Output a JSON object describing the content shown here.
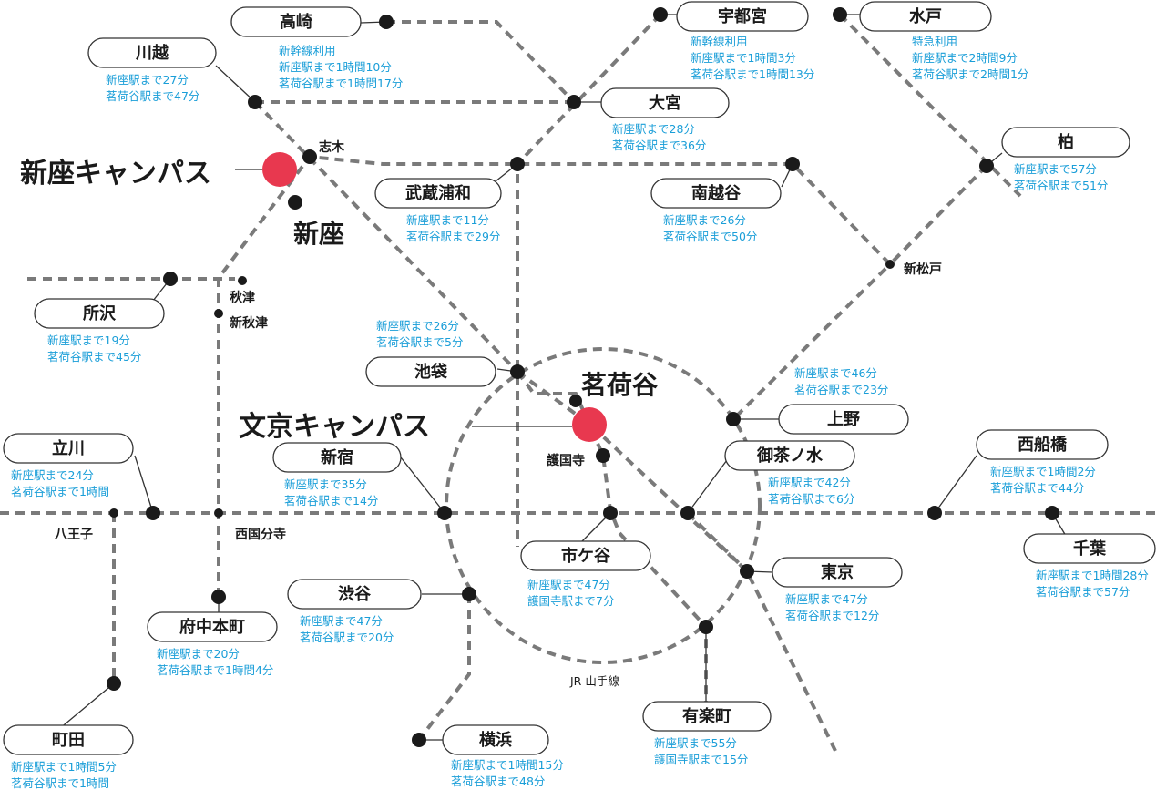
{
  "campuses": {
    "niiza": "新座キャンパス",
    "bunkyo": "文京キャンパス"
  },
  "hubs": {
    "niiza": "新座",
    "myogadani": "茗荷谷"
  },
  "minor_labels": {
    "shiki": "志木",
    "akitsu": "秋津",
    "shin_akitsu": "新秋津",
    "shin_matsudo": "新松戸",
    "gokokuji": "護国寺",
    "hachioji": "八王子",
    "nishikokubunji": "西国分寺",
    "yamanote": "JR 山手線"
  },
  "stations": {
    "takasaki": {
      "name": "高崎",
      "info": [
        "新幹線利用",
        "新座駅まで1時間10分",
        "茗荷谷駅まで1時間17分"
      ]
    },
    "kawagoe": {
      "name": "川越",
      "info": [
        "新座駅まで27分",
        "茗荷谷駅まで47分"
      ]
    },
    "utsunomiya": {
      "name": "宇都宮",
      "info": [
        "新幹線利用",
        "新座駅まで1時間3分",
        "茗荷谷駅まで1時間13分"
      ]
    },
    "mito": {
      "name": "水戸",
      "info": [
        "特急利用",
        "新座駅まで2時間9分",
        "茗荷谷駅まで2時間1分"
      ]
    },
    "omiya": {
      "name": "大宮",
      "info": [
        "新座駅まで28分",
        "茗荷谷駅まで36分"
      ]
    },
    "kashiwa": {
      "name": "柏",
      "info": [
        "新座駅まで57分",
        "茗荷谷駅まで51分"
      ]
    },
    "musashiurawa": {
      "name": "武蔵浦和",
      "info": [
        "新座駅まで11分",
        "茗荷谷駅まで29分"
      ]
    },
    "minamikoshigaya": {
      "name": "南越谷",
      "info": [
        "新座駅まで26分",
        "茗荷谷駅まで50分"
      ]
    },
    "tokorozawa": {
      "name": "所沢",
      "info": [
        "新座駅まで19分",
        "茗荷谷駅まで45分"
      ]
    },
    "ikebukuro": {
      "name": "池袋",
      "info": [
        "新座駅まで26分",
        "茗荷谷駅まで5分"
      ]
    },
    "ueno": {
      "name": "上野",
      "info": [
        "新座駅まで46分",
        "茗荷谷駅まで23分"
      ]
    },
    "tachikawa": {
      "name": "立川",
      "info": [
        "新座駅まで24分",
        "茗荷谷駅まで1時間"
      ]
    },
    "shinjuku": {
      "name": "新宿",
      "info": [
        "新座駅まで35分",
        "茗荷谷駅まで14分"
      ]
    },
    "ochanomizu": {
      "name": "御茶ノ水",
      "info": [
        "新座駅まで42分",
        "茗荷谷駅まで6分"
      ]
    },
    "funabashi": {
      "name": "西船橋",
      "info": [
        "新座駅まで1時間2分",
        "茗荷谷駅まで44分"
      ]
    },
    "chiba": {
      "name": "千葉",
      "info": [
        "新座駅まで1時間28分",
        "茗荷谷駅まで57分"
      ]
    },
    "ichigaya": {
      "name": "市ケ谷",
      "info": [
        "新座駅まで47分",
        "護国寺駅まで7分"
      ]
    },
    "tokyo": {
      "name": "東京",
      "info": [
        "新座駅まで47分",
        "茗荷谷駅まで12分"
      ]
    },
    "shibuya": {
      "name": "渋谷",
      "info": [
        "新座駅まで47分",
        "茗荷谷駅まで20分"
      ]
    },
    "fuchuhonmachi": {
      "name": "府中本町",
      "info": [
        "新座駅まで20分",
        "茗荷谷駅まで1時間4分"
      ]
    },
    "machida": {
      "name": "町田",
      "info": [
        "新座駅まで1時間5分",
        "茗荷谷駅まで1時間"
      ]
    },
    "yokohama": {
      "name": "横浜",
      "info": [
        "新座駅まで1時間15分",
        "茗荷谷駅まで48分"
      ]
    },
    "yurakucho": {
      "name": "有楽町",
      "info": [
        "新座駅まで55分",
        "護国寺駅まで15分"
      ]
    }
  },
  "colors": {
    "campus": "#e8384f",
    "info_text": "#1a9ed8",
    "line": "#7a7a7a",
    "station_dot": "#1a1a1a"
  }
}
